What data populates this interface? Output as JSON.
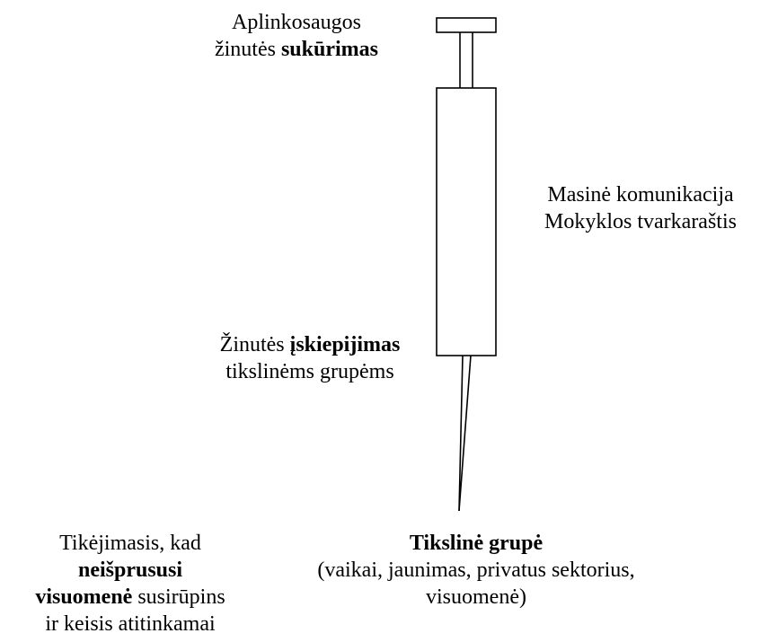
{
  "diagram": {
    "creation": {
      "text": "Aplinkosaugos",
      "prefix": "žinutės",
      "bold": "sukūrimas"
    },
    "channels": {
      "line1": "Masinė komunikacija",
      "line2": "Mokyklos tvarkaraštis"
    },
    "injection": {
      "prefix": "Žinutės",
      "bold": "įskiepijimas",
      "line2": "tikslinėms grupėms"
    },
    "target": {
      "title": "Tikslinė grupė",
      "line2": "(vaikai, jaunimas, privatus sektorius,",
      "line3": "visuomenė)"
    },
    "expectation": {
      "line1": "Tikėjimasis, kad",
      "bold1": "neišprususi",
      "bold2": "visuomenė",
      "rest2": "susirūpins",
      "line4": "ir keisis atitinkamai"
    }
  }
}
